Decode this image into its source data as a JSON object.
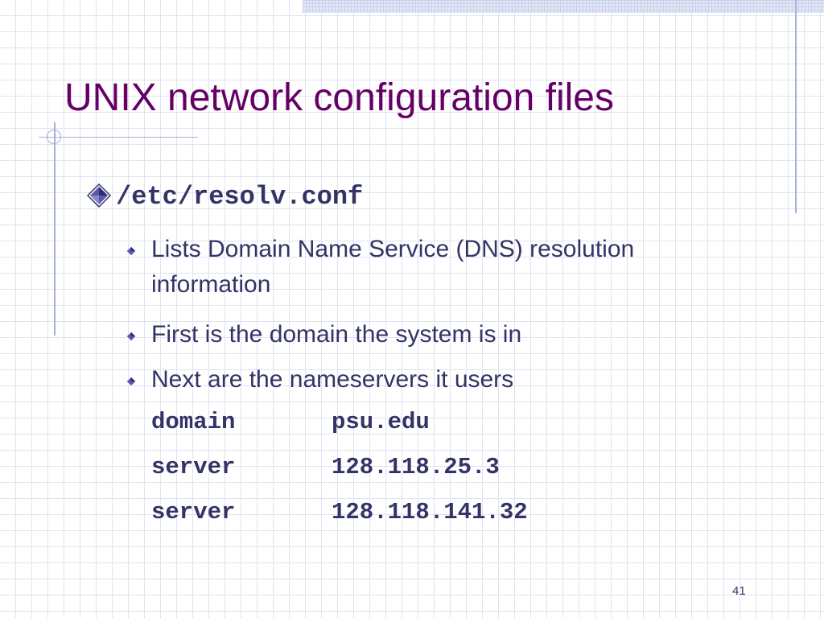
{
  "slide": {
    "title": "UNIX network configuration files",
    "bullet": "/etc/resolv.conf",
    "sub_bullets": [
      "Lists Domain Name Service (DNS) resolution information",
      "First is the domain the system is in",
      "Next are the nameservers it users"
    ],
    "config_lines": [
      {
        "keyword": "domain",
        "value": "psu.edu"
      },
      {
        "keyword": "server",
        "value": "128.118.25.3"
      },
      {
        "keyword": "server",
        "value": "128.118.141.32"
      }
    ],
    "slide_number": "41"
  },
  "colors": {
    "title": "#660066",
    "text": "#333366",
    "grid": "#dfe3f2",
    "accent_line": "#a7b0d8"
  },
  "icons": {
    "main_bullet": "diamond-bullet-icon",
    "sub_bullet": "small-diamond-bullet-icon"
  }
}
